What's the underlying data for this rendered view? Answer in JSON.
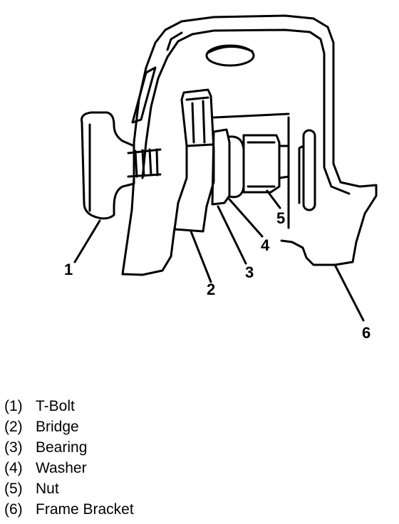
{
  "callouts": [
    {
      "num": "1",
      "part": "T-Bolt"
    },
    {
      "num": "2",
      "part": "Bridge"
    },
    {
      "num": "3",
      "part": "Bearing"
    },
    {
      "num": "4",
      "part": "Washer"
    },
    {
      "num": "5",
      "part": "Nut"
    },
    {
      "num": "6",
      "part": "Frame Bracket"
    }
  ],
  "legend": [
    {
      "num": "(1)",
      "name": "T-Bolt"
    },
    {
      "num": "(2)",
      "name": "Bridge"
    },
    {
      "num": "(3)",
      "name": "Bearing"
    },
    {
      "num": "(4)",
      "name": "Washer"
    },
    {
      "num": "(5)",
      "name": "Nut"
    },
    {
      "num": "(6)",
      "name": "Frame Bracket"
    }
  ]
}
